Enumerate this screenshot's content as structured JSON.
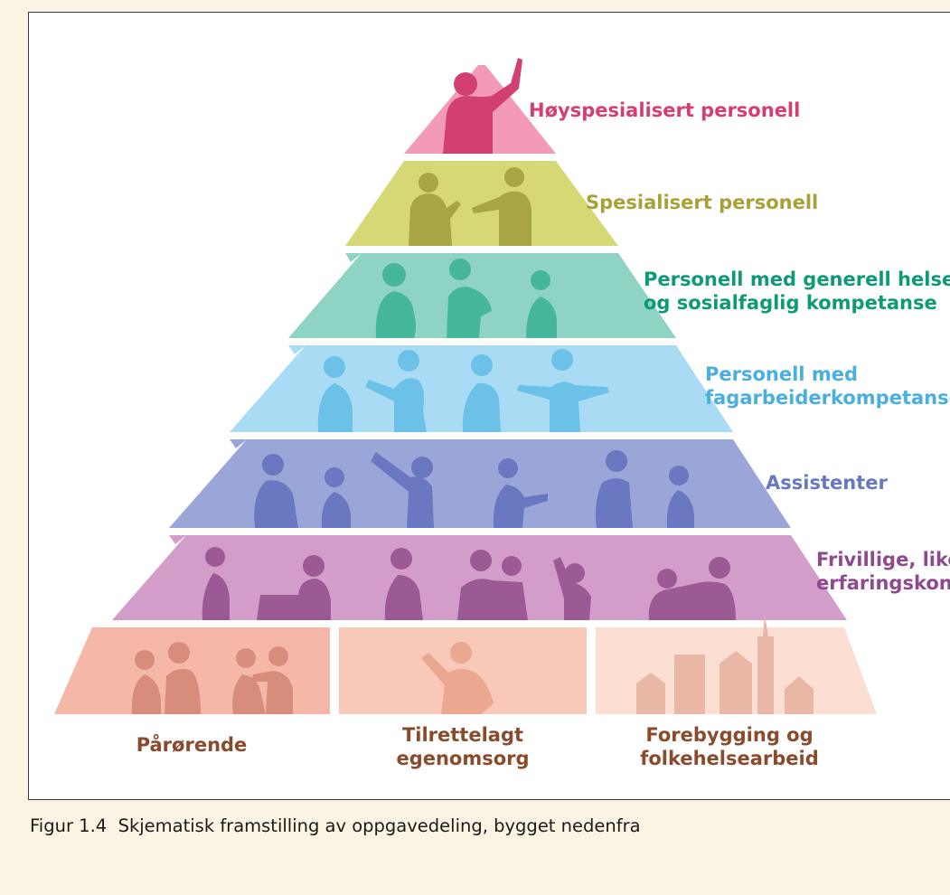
{
  "levels": [
    {
      "label": "Høyspesialisert personell",
      "color": "#d63e73",
      "fill": "#f29ab8",
      "figure": "#d23f72"
    },
    {
      "label": "Spesialisert personell",
      "color": "#a7a238",
      "fill": "#d6d875",
      "figure": "#a8a543"
    },
    {
      "label": "Personell med generell helse-\nog sosialfaglig kompetanse",
      "color": "#0f9a76",
      "fill": "#8fd3c4",
      "figure": "#47b79a"
    },
    {
      "label": "Personell med\nfagarbeiderkompetanse",
      "color": "#4aaee0",
      "fill": "#a9dcf4",
      "figure": "#6cc1e8"
    },
    {
      "label": "Assistenter",
      "color": "#6877c2",
      "fill": "#9aa6d7",
      "figure": "#6a78c1"
    },
    {
      "label": "Frivillige, likepersoner,\nerfaringskonsulenter",
      "color": "#8e4a8f",
      "fill": "#d29ec9",
      "figure": "#9c5a95"
    }
  ],
  "base": [
    {
      "label": "Pårørende",
      "fill": "#f5b8a8",
      "figure": "#d88d7c"
    },
    {
      "label": "Tilrettelagt\negenomsorg",
      "fill": "#f8c8b8",
      "figure": "#eba78f"
    },
    {
      "label": "Forebygging og\nfolkehelsearbeid",
      "fill": "#fcdfd3",
      "figure": "#e9b7a6"
    }
  ],
  "base_label_color": "#8a4a2c",
  "caption": "Figur 1.4  Skjematisk framstilling av oppgavedeling, bygget nedenfra"
}
